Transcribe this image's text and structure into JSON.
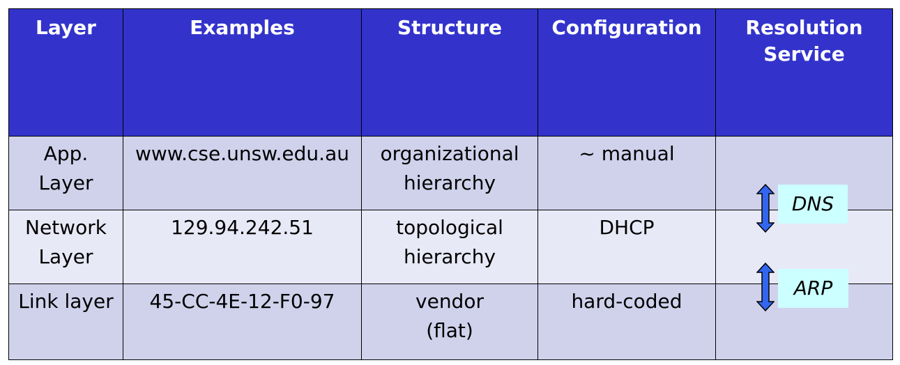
{
  "table": {
    "headers": {
      "layer": "Layer",
      "examples": "Examples",
      "structure": "Structure",
      "configuration": "Configuration",
      "resolution_line1": "Resolution",
      "resolution_line2": "Service"
    },
    "rows": [
      {
        "layer_line1": "App.",
        "layer_line2": "Layer",
        "example": "www.cse.unsw.edu.au",
        "structure_line1": "organizational",
        "structure_line2": "hierarchy",
        "configuration": "~ manual"
      },
      {
        "layer_line1": "Network",
        "layer_line2": "Layer",
        "example": "129.94.242.51",
        "structure_line1": "topological",
        "structure_line2": "hierarchy",
        "configuration": "DHCP"
      },
      {
        "layer_line1": "Link layer",
        "layer_line2": "",
        "example": "45-CC-4E-12-F0-97",
        "structure_line1": "vendor",
        "structure_line2": "(flat)",
        "configuration": "hard-coded"
      }
    ]
  },
  "resolution_services": {
    "dns_label": "DNS",
    "arp_label": "ARP"
  },
  "colors": {
    "header_bg": "#3333cc",
    "row_dark": "#d0d2ec",
    "row_light": "#e8e9f6",
    "arrow_fill": "#3366ee",
    "label_bg": "#ccffff"
  }
}
